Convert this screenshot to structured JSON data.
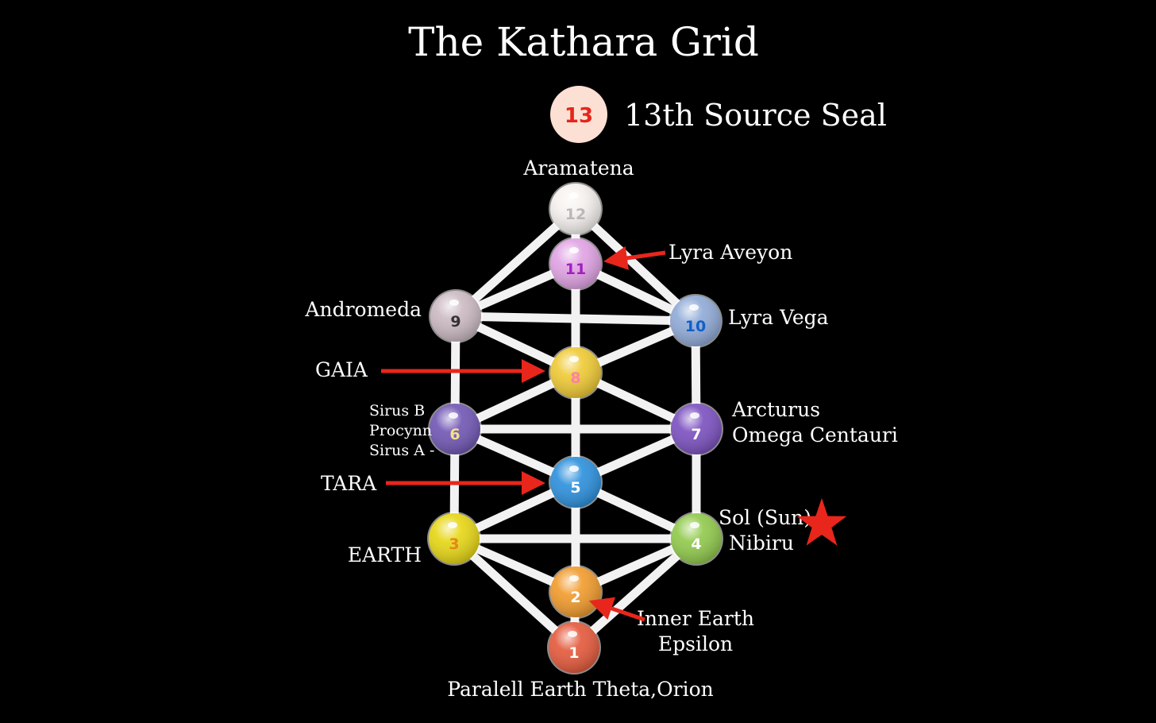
{
  "title": "The Kathara Grid",
  "source_seal": {
    "number": "13",
    "label": "13th Source Seal",
    "color": "#fde0d4",
    "number_color": "#e5261c"
  },
  "nodes": [
    {
      "num": "1",
      "color": "#e4583a",
      "num_color": "#ffffff"
    },
    {
      "num": "2",
      "color": "#f19a2a",
      "num_color": "#ffffff"
    },
    {
      "num": "3",
      "color": "#e6d612",
      "num_color": "#e6861a"
    },
    {
      "num": "4",
      "color": "#8fc94a",
      "num_color": "#ffffff"
    },
    {
      "num": "5",
      "color": "#2a8fdc",
      "num_color": "#ffffff"
    },
    {
      "num": "6",
      "color": "#6f55b3",
      "num_color": "#f4e08a"
    },
    {
      "num": "7",
      "color": "#7a4fbf",
      "num_color": "#ffffff"
    },
    {
      "num": "8",
      "color": "#efc932",
      "num_color": "#ff7fa8"
    },
    {
      "num": "9",
      "color": "#cbb9c2",
      "num_color": "#333333"
    },
    {
      "num": "10",
      "color": "#8fa9d6",
      "num_color": "#1060c8"
    },
    {
      "num": "11",
      "color": "#e0a2e4",
      "num_color": "#a020c0"
    },
    {
      "num": "12",
      "color": "#f6f1ee",
      "num_color": "#b8b8b8"
    }
  ],
  "labels": {
    "aramatena": "Aramatena",
    "lyra_aveyon": "Lyra Aveyon",
    "andromeda": "Andromeda",
    "lyra_vega": "Lyra Vega",
    "gaia": "GAIA",
    "sirius_b": "Sirus B",
    "procyon": "Procynn",
    "sirius_a": "Sirus A -",
    "arcturus": "Arcturus",
    "omega_centauri": "Omega Centauri",
    "tara": "TARA",
    "sol": "Sol (Sun)",
    "nibiru": "Nibiru",
    "earth": "EARTH",
    "inner_earth": "Inner Earth",
    "epsilon": "Epsilon",
    "parallel_earth": "Paralell Earth Theta,Orion"
  },
  "colors": {
    "background": "#000000",
    "lines": "#f2f2f2",
    "arrow": "#e8261c",
    "star": "#e8261c",
    "text": "#ffffff"
  }
}
